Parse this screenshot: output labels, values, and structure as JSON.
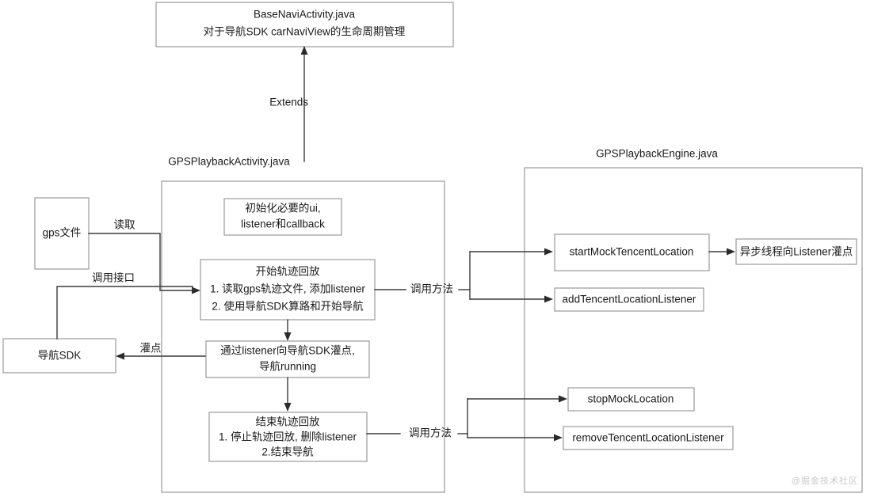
{
  "diagram": {
    "title_top": "BaseNaviActivity.java",
    "top_box": {
      "line1": "BaseNaviActivity.java",
      "line2": "对于导航SDK carNaviView的生命周期管理"
    },
    "panels": [
      {
        "id": "activity",
        "title": "GPSPlaybackActivity.java"
      },
      {
        "id": "engine",
        "title": "GPSPlaybackEngine.java"
      }
    ],
    "left_boxes": [
      {
        "id": "gps-file",
        "label": "gps文件"
      },
      {
        "id": "navi-sdk",
        "label": "导航SDK"
      }
    ],
    "activity_boxes": [
      {
        "id": "init",
        "lines": [
          "初始化必要的ui,",
          "listener和callback"
        ]
      },
      {
        "id": "start-playback",
        "lines": [
          "开始轨迹回放",
          "1. 读取gps轨迹文件, 添加listener",
          "2. 使用导航SDK算路和开始导航"
        ]
      },
      {
        "id": "feeding",
        "lines": [
          "通过listener向导航SDK灌点,",
          "导航running"
        ]
      },
      {
        "id": "end-playback",
        "lines": [
          "结束轨迹回放",
          "1. 停止轨迹回放,  删除listener",
          "2.结束导航"
        ]
      }
    ],
    "engine_boxes": [
      {
        "id": "start-mock",
        "label": "startMockTencentLocation"
      },
      {
        "id": "async-feed",
        "label": "异步线程向Listener灌点"
      },
      {
        "id": "add-listener",
        "label": "addTencentLocationListener"
      },
      {
        "id": "stop-mock",
        "label": "stopMockLocation"
      },
      {
        "id": "remove-listener",
        "label": "removeTencentLocationListener"
      }
    ],
    "edge_labels": [
      {
        "id": "extends",
        "text": "Extends"
      },
      {
        "id": "read",
        "text": "读取"
      },
      {
        "id": "call-interface",
        "text": "调用接口"
      },
      {
        "id": "feed-point",
        "text": "灌点"
      },
      {
        "id": "call-method-top",
        "text": "调用方法"
      },
      {
        "id": "call-method-bottom",
        "text": "调用方法"
      }
    ],
    "watermark": "@掘金技术社区",
    "colors": {
      "background": "#ffffff",
      "box_border": "#999999",
      "panel_border": "#9a9a9a",
      "connector": "#3a3a3a",
      "text": "#1a1a1a",
      "watermark": "#c9c9c9"
    }
  }
}
